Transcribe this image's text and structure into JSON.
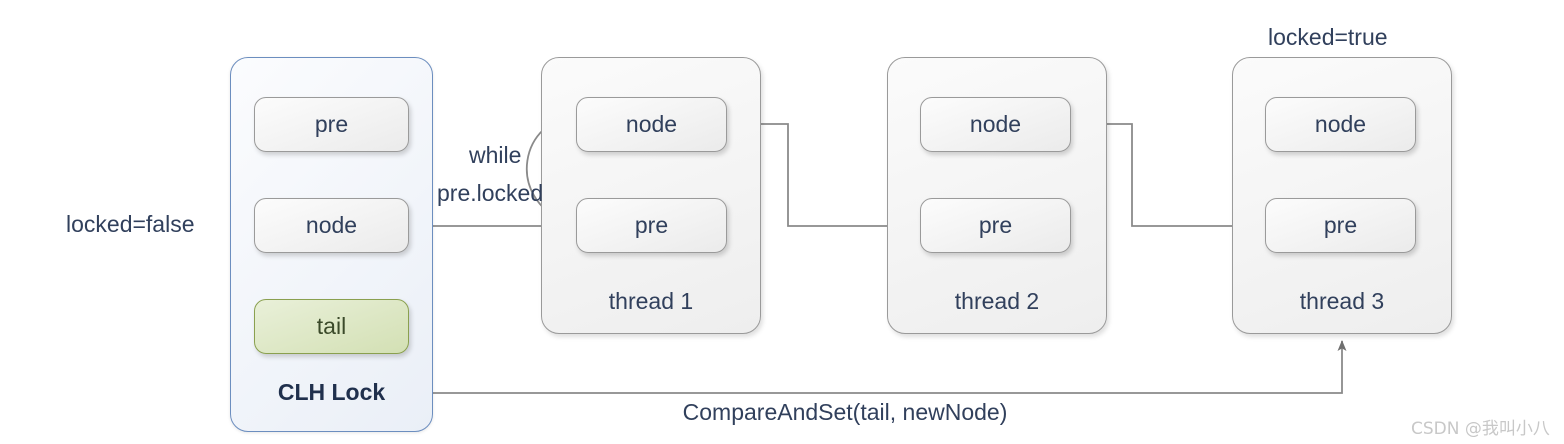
{
  "diagram": {
    "title_text": "CLH Lock",
    "clh_lock": {
      "label": "CLH Lock",
      "nodes": [
        {
          "label": "pre",
          "kind": "plain"
        },
        {
          "label": "node",
          "kind": "plain"
        },
        {
          "label": "tail",
          "kind": "highlighted"
        }
      ]
    },
    "threads": [
      {
        "name": "thread 1",
        "nodes": [
          {
            "label": "node"
          },
          {
            "label": "pre"
          }
        ]
      },
      {
        "name": "thread 2",
        "nodes": [
          {
            "label": "node"
          },
          {
            "label": "pre"
          }
        ]
      },
      {
        "name": "thread 3",
        "nodes": [
          {
            "label": "node"
          },
          {
            "label": "pre"
          }
        ]
      }
    ],
    "annotations": {
      "locked_false": "locked=false",
      "while_line1": "while",
      "while_line2": "pre.locked",
      "locked_true": "locked=true",
      "compare_and_set": "CompareAndSet(tail, newNode)"
    },
    "watermark": "CSDN @我叫小八",
    "colors": {
      "clh_border": "#6c8ebf",
      "clh_fill": "#eaeff7",
      "box_border": "#9a9a9a",
      "box_fill": "#f4f4f4",
      "tail_border": "#8aa04f",
      "tail_fill": "#d8e4bc",
      "text": "#31405c",
      "wire": "#8a8a8a",
      "watermark": "#c8c8c8"
    }
  }
}
